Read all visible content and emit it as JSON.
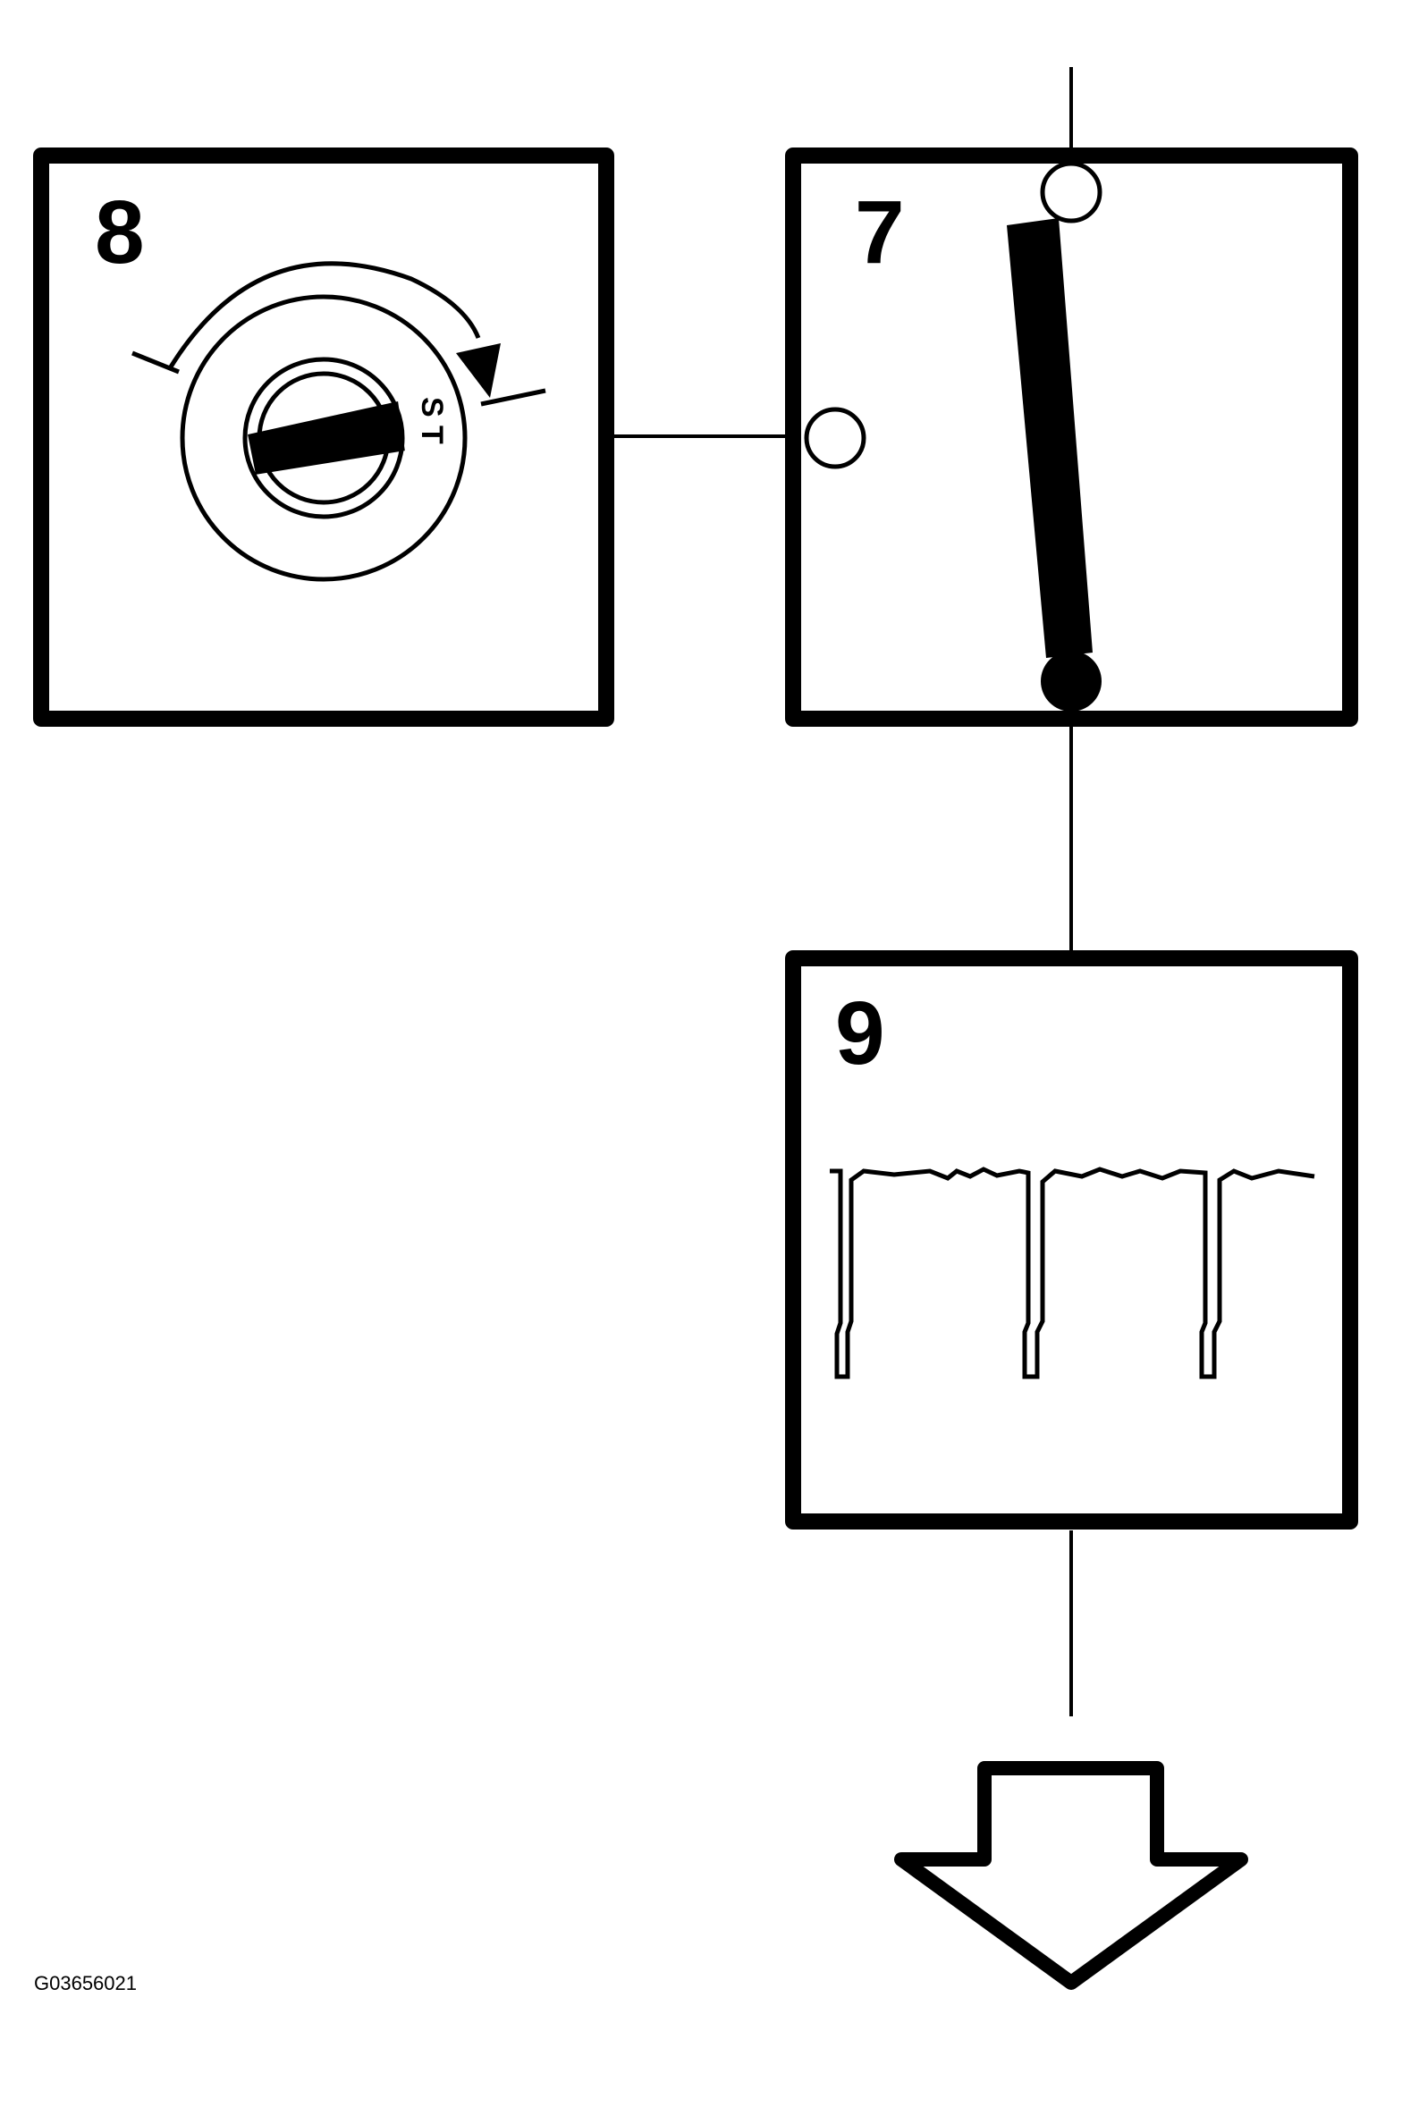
{
  "panels": [
    {
      "id": "panel-8",
      "number": "8",
      "content": "ignition-key-switch"
    },
    {
      "id": "panel-7",
      "number": "7",
      "content": "switch-lever"
    },
    {
      "id": "panel-9",
      "number": "9",
      "content": "pulse-waveform"
    }
  ],
  "ignition_switch": {
    "position_label_s": "S",
    "position_label_t": "T"
  },
  "figure_id": "G03656021",
  "colors": {
    "line": "#000000",
    "background": "#ffffff"
  },
  "icons": [
    "ignition-key-icon",
    "rotation-arrow-icon",
    "switch-lever-icon",
    "waveform-icon",
    "down-arrow-icon"
  ]
}
